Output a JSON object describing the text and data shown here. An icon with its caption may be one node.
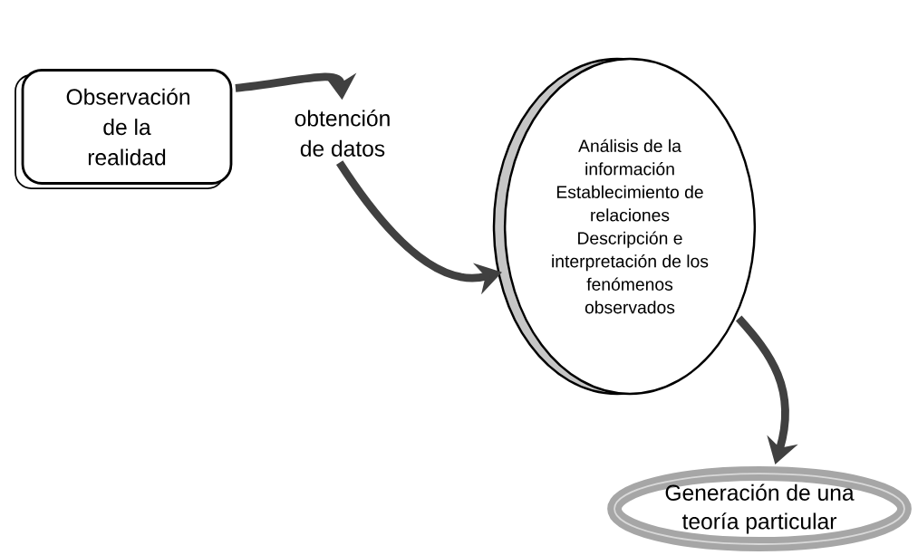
{
  "diagram": {
    "nodes": [
      {
        "text": [
          "Observación de la realidad"
        ]
      },
      {
        "text": [
          "obtención de datos"
        ]
      },
      {
        "text": [
          "Análisis de la información",
          "Establecimiento de relaciones",
          "Descripción e interpretación de los fenómenos observados"
        ]
      },
      {
        "text": [
          "Generación de una teoría particular"
        ]
      }
    ],
    "edges": [
      {
        "from": 0,
        "to": 1,
        "arrow": "to"
      },
      {
        "from": 1,
        "to": 2,
        "arrow": "to"
      },
      {
        "from": 2,
        "to": 3,
        "arrow": "to"
      }
    ]
  }
}
